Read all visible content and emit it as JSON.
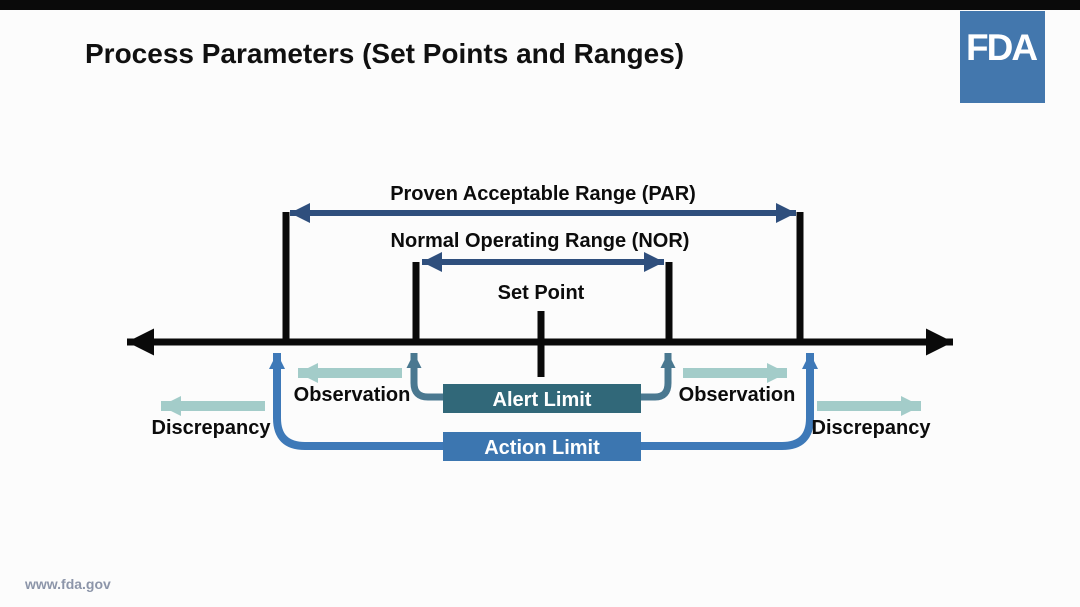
{
  "slide": {
    "title": "Process Parameters (Set Points and Ranges)",
    "logo_text": "FDA",
    "footer_url": "www.fda.gov"
  },
  "diagram": {
    "labels": {
      "par": "Proven Acceptable Range (PAR)",
      "nor": "Normal Operating Range (NOR)",
      "set_point": "Set Point",
      "alert_limit": "Alert Limit",
      "action_limit": "Action Limit",
      "observation_left": "Observation",
      "observation_right": "Observation",
      "discrepancy_left": "Discrepancy",
      "discrepancy_right": "Discrepancy"
    },
    "colors": {
      "axis": "#0a0a0a",
      "range_arrow": "#2f4f7d",
      "alert_elbow": "#4a7890",
      "action_curve": "#3e79b8",
      "flow_arrow": "#a3ccc9",
      "alert_box": "#316879",
      "action_box": "#3c76b0",
      "top_bar": "#0a0a0a",
      "fda_blue": "#4377ad",
      "footer_text": "#8c95a9"
    }
  }
}
